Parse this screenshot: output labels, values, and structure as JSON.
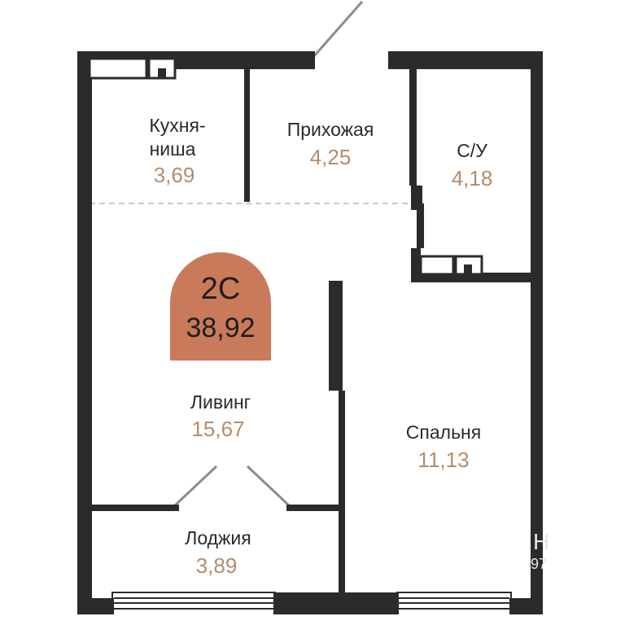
{
  "plan": {
    "wall_color": "#2b2b2b",
    "badge_color": "#c97a5b",
    "area_color": "#b58c6c",
    "badge": {
      "type": "2С",
      "total_area": "38,92"
    },
    "rooms": [
      {
        "id": "kitchen",
        "name_line1": "Кухня-",
        "name_line2": "ниша",
        "area": "3,69"
      },
      {
        "id": "hall",
        "name": "Прихожая",
        "area": "4,25"
      },
      {
        "id": "bathroom",
        "name": "С/У",
        "area": "4,18"
      },
      {
        "id": "living",
        "name": "Ливинг",
        "area": "15,67"
      },
      {
        "id": "bedroom",
        "name": "Спальня",
        "area": "11,13"
      },
      {
        "id": "loggia",
        "name": "Лоджия",
        "area": "3,89"
      }
    ],
    "watermark": {
      "line1": "Н",
      "line2": "97"
    }
  }
}
